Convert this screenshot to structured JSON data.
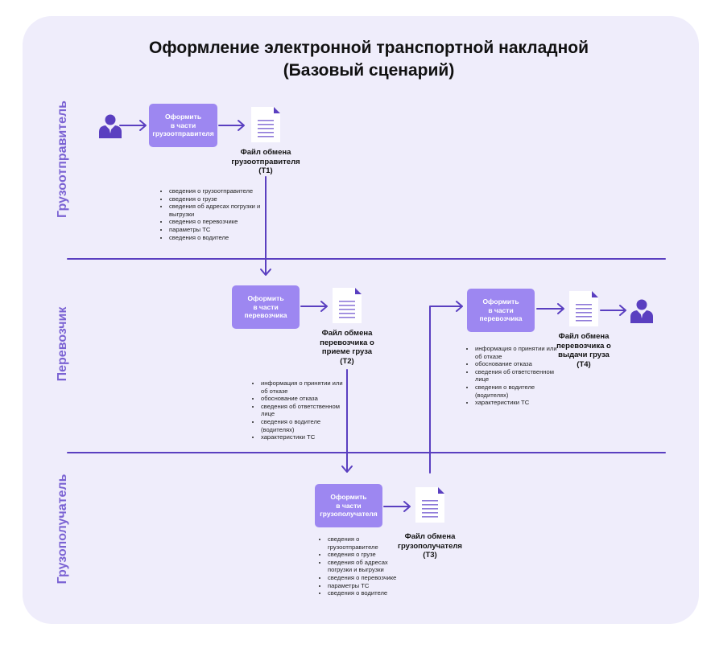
{
  "title": [
    "Оформление электронной транспортной накладной",
    "(Базовый сценарий)"
  ],
  "lanes": [
    "Грузоотправитель",
    "Перевозчик",
    "Грузополучатель"
  ],
  "colors": {
    "accent": "#9d87f1",
    "line": "#5a3fc0",
    "lane_text": "#7a62d3",
    "background": "#efedfb"
  },
  "icons": [
    "person-icon",
    "document-icon"
  ],
  "boxes": [
    {
      "lines": [
        "Оформить",
        "в части",
        "грузоотправителя"
      ]
    },
    {
      "lines": [
        "Оформить",
        "в части",
        "перевозчика"
      ]
    },
    {
      "lines": [
        "Оформить",
        "в части",
        "перевозчика"
      ]
    },
    {
      "lines": [
        "Оформить",
        "в части",
        "грузополучателя"
      ]
    }
  ],
  "files": [
    {
      "lines": [
        "Файл обмена",
        "грузоотправителя",
        "(Т1)"
      ]
    },
    {
      "lines": [
        "Файл обмена",
        "перевозчика о",
        "приеме груза",
        "(Т2)"
      ]
    },
    {
      "lines": [
        "Файл обмена",
        "перевозчика о",
        "выдачи груза",
        "(Т4)"
      ]
    },
    {
      "lines": [
        "Файл обмена",
        "грузополучателя",
        "(Т3)"
      ]
    }
  ],
  "lists": [
    [
      "сведения о грузоотправителе",
      "сведения о грузе",
      "сведения об адресах погрузки и выгрузки",
      "сведения о перевозчике",
      "параметры ТС",
      "сведения о водителе"
    ],
    [
      "информация о принятии или об отказе",
      "обоснование отказа",
      "сведения об ответственном лице",
      "сведения о водителе (водителях)",
      "характеристики ТС"
    ],
    [
      "информация о принятии или об отказе",
      "обоснование отказа",
      "сведения об ответственном лице",
      "сведения о водителе (водителях)",
      "характеристики ТС"
    ],
    [
      "сведения о грузоотправителе",
      "сведения о грузе",
      "сведения об адресах погрузки и выгрузки",
      "сведения о перевозчике",
      "параметры ТС",
      "сведения о водителе"
    ]
  ]
}
